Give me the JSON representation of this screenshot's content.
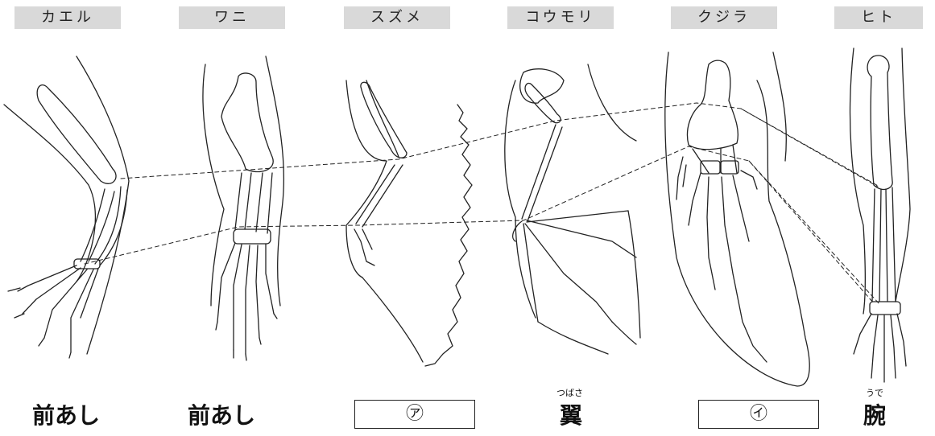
{
  "animals": [
    {
      "name": "カエル"
    },
    {
      "name": "ワニ"
    },
    {
      "name": "スズメ"
    },
    {
      "name": "コウモリ"
    },
    {
      "name": "クジラ"
    },
    {
      "name": "ヒト"
    }
  ],
  "labels": {
    "frog": "前あし",
    "crocodile": "前あし",
    "sparrow_blank": "㋐",
    "bat": "翼",
    "bat_ruby": "つばさ",
    "whale_blank": "㋑",
    "human": "腕",
    "human_ruby": "うで"
  }
}
